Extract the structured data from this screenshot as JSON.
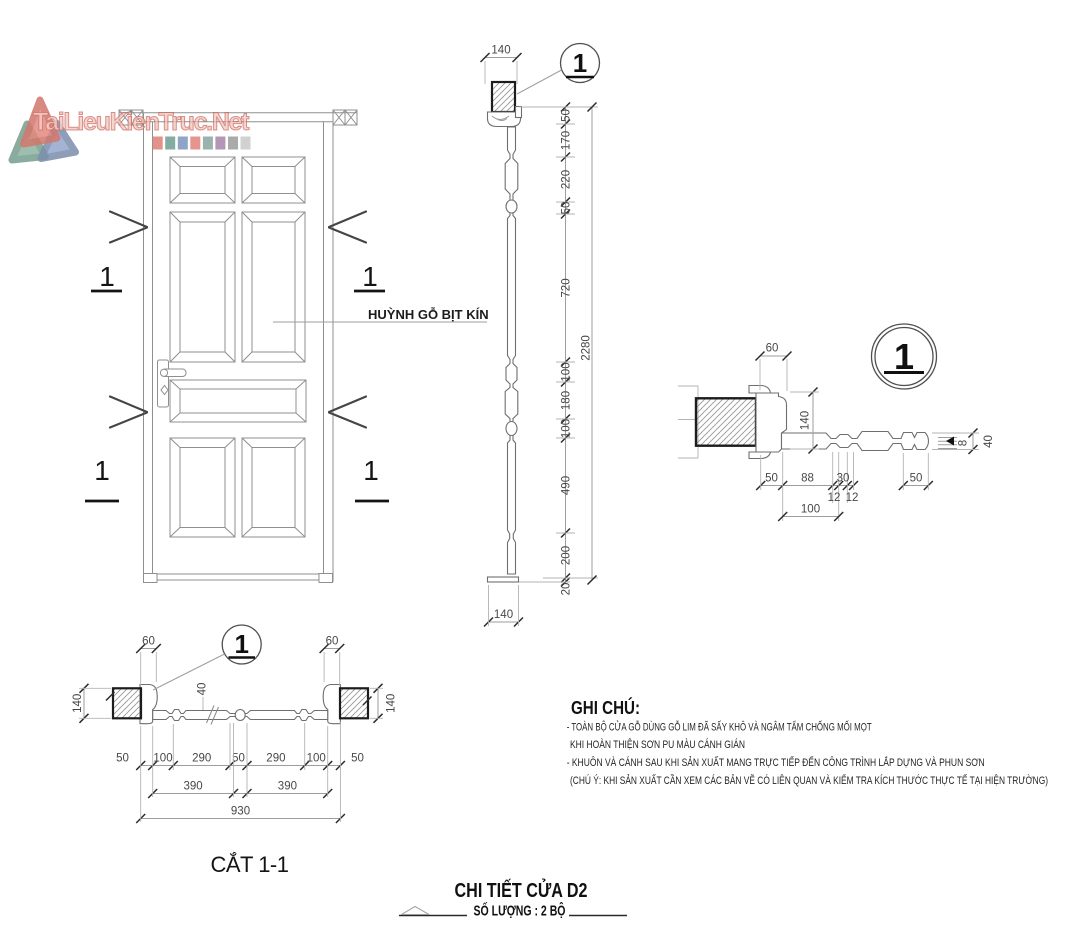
{
  "watermark": {
    "brand": "TaiLieuKienTruc.Net",
    "squares": [
      "#df7f76",
      "#6e9e94",
      "#7b96bd",
      "#e2837b",
      "#8aa5a0",
      "#a886ab",
      "#9c9c9c",
      "#c9c9c9"
    ],
    "triangle_colors": {
      "red": "#dd7468",
      "green": "#79a78f",
      "blue": "#8296c4"
    }
  },
  "elevation": {
    "label": "HUỲNH GỖ BỊT KÍN",
    "mark": "1"
  },
  "vsec": {
    "bubble": "1",
    "width_top": "140",
    "width_bottom": "140",
    "segments": [
      "50",
      "170",
      "220",
      "50",
      "720",
      "100",
      "180",
      "100",
      "490",
      "200"
    ],
    "threshold": "20",
    "overall": "2280"
  },
  "detail": {
    "bubble": "1",
    "d60": "60",
    "d140": "140",
    "d50a": "50",
    "d88": "88",
    "d30": "30",
    "d12a": "12",
    "d12b": "12",
    "d100": "100",
    "d50b": "50",
    "d8": "8",
    "d40": "40"
  },
  "cut": {
    "bubble": "1",
    "title": "CẮT 1-1",
    "d60l": "60",
    "d60r": "60",
    "d140l": "140",
    "d140r": "140",
    "d40": "40",
    "row1": [
      "50",
      "100",
      "290",
      "50",
      "290",
      "100",
      "50"
    ],
    "row2": [
      "390",
      "390"
    ],
    "row3": "930"
  },
  "notes": {
    "heading": "GHI CHÚ:",
    "lines": [
      "- TOÀN BỘ CỬA GỖ DÙNG GỖ LIM ĐÃ SẤY KHÔ VÀ NGÂM TẨM CHỐNG MỐI MỌT",
      "KHI HOÀN THIỆN SƠN PU MÀU CÁNH GIÁN",
      "- KHUÔN VÀ CÁNH SAU KHI SẢN XUẤT MANG TRỰC TIẾP ĐẾN CÔNG TRÌNH LẮP DỰNG VÀ PHUN SƠN",
      "(CHÚ Ý: KHI SẢN XUẤT CẦN XEM CÁC BẢN VẼ CÓ LIÊN QUAN VÀ KIỂM TRA KÍCH THƯỚC THỰC TẾ TẠI HIỆN TRƯỜNG)"
    ]
  },
  "titleblock": {
    "title": "CHI TIẾT CỬA D2",
    "quantity": "SỐ LƯỢNG : 2 BỘ"
  }
}
